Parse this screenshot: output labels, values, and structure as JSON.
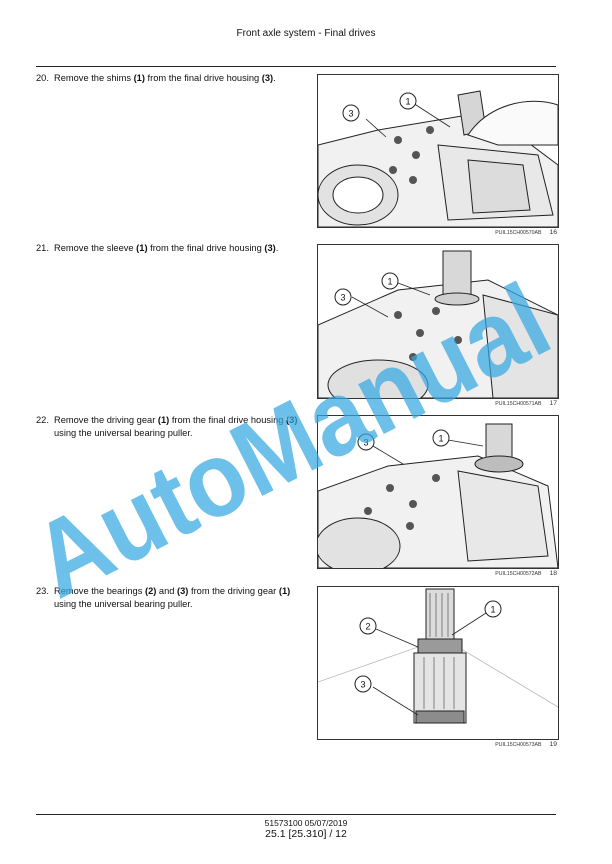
{
  "header": {
    "title": "Front axle system - Final drives"
  },
  "steps": [
    {
      "num": "20.",
      "pre": "Remove the shims ",
      "b1": "(1)",
      "mid": " from the final drive housing ",
      "b2": "(3)",
      "post": "."
    },
    {
      "num": "21.",
      "pre": "Remove the sleeve ",
      "b1": "(1)",
      "mid": " from the final drive housing ",
      "b2": "(3)",
      "post": "."
    },
    {
      "num": "22.",
      "pre": "Remove the driving gear ",
      "b1": "(1)",
      "mid": " from the final drive housing ",
      "b2": "(3)",
      "post": " using the universal bearing puller."
    },
    {
      "num": "23.",
      "pre": "Remove the bearings ",
      "b1": "(2)",
      "mid": " and ",
      "b2": "(3)",
      "mid2": " from the driving gear ",
      "b3": "(1)",
      "post": " using the universal bearing puller."
    }
  ],
  "figures": [
    {
      "code": "PUIL15CH00570AB",
      "number": "16",
      "callouts": [
        "1",
        "3"
      ]
    },
    {
      "code": "PUIL15CH00571AB",
      "number": "17",
      "callouts": [
        "1",
        "3"
      ]
    },
    {
      "code": "PUIL15CH00572AB",
      "number": "18",
      "callouts": [
        "1",
        "3"
      ]
    },
    {
      "code": "PUIL15CH00573AB",
      "number": "19",
      "callouts": [
        "1",
        "2",
        "3"
      ]
    }
  ],
  "footer": {
    "doc_code": "51573100 05/07/2019",
    "page": "25.1 [25.310] / 12"
  },
  "watermark": {
    "text": "AutoManual",
    "color": "#35a8e0"
  }
}
